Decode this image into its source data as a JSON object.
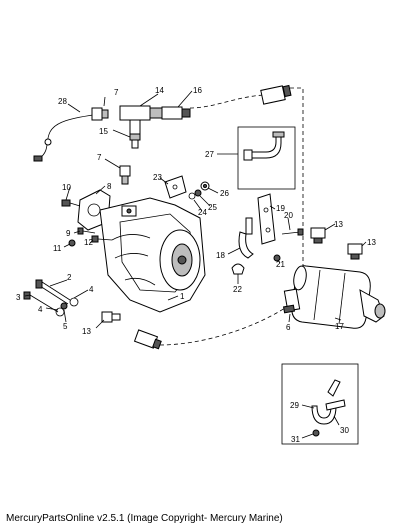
{
  "footer": {
    "caption": "MercuryPartsOnline v2.5.1 (Image Copyright- Mercury Marine)"
  },
  "callouts": {
    "c1": "1",
    "c2": "2",
    "c3": "3",
    "c4a": "4",
    "c4b": "4",
    "c5": "5",
    "c6": "6",
    "c7a": "7",
    "c7b": "7",
    "c8": "8",
    "c9": "9",
    "c10": "10",
    "c11": "11",
    "c12": "12",
    "c13a": "13",
    "c13b": "13",
    "c13c": "13",
    "c14": "14",
    "c15": "15",
    "c16": "16",
    "c17": "17",
    "c18": "18",
    "c19": "19",
    "c20": "20",
    "c21": "21",
    "c22": "22",
    "c23": "23",
    "c24": "24",
    "c25": "25",
    "c26": "26",
    "c27": "27",
    "c28": "28",
    "c29": "29",
    "c30": "30",
    "c31": "31"
  }
}
